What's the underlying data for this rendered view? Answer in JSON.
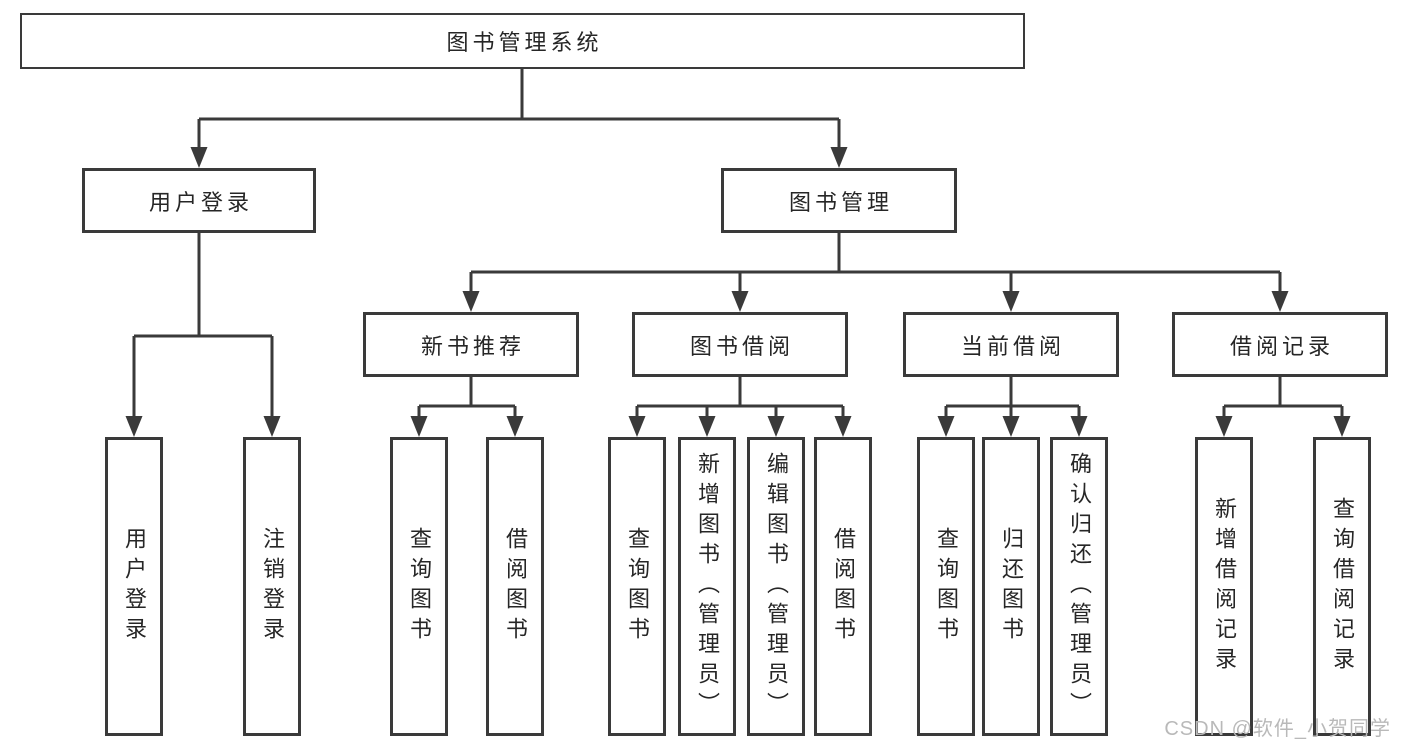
{
  "tree": {
    "root": {
      "label": "图书管理系统"
    },
    "branches": [
      {
        "label": "用户登录",
        "leaves": [
          {
            "label": "用户登录"
          },
          {
            "label": "注销登录"
          }
        ]
      },
      {
        "label": "图书管理",
        "groups": [
          {
            "label": "新书推荐",
            "leaves": [
              {
                "label": "查询图书"
              },
              {
                "label": "借阅图书"
              }
            ]
          },
          {
            "label": "图书借阅",
            "leaves": [
              {
                "label": "查询图书"
              },
              {
                "label": "新增图书（管理员）"
              },
              {
                "label": "编辑图书（管理员）"
              },
              {
                "label": "借阅图书"
              }
            ]
          },
          {
            "label": "当前借阅",
            "leaves": [
              {
                "label": "查询图书"
              },
              {
                "label": "归还图书"
              },
              {
                "label": "确认归还（管理员）"
              }
            ]
          },
          {
            "label": "借阅记录",
            "leaves": [
              {
                "label": "新增借阅记录"
              },
              {
                "label": "查询借阅记录"
              }
            ]
          }
        ]
      }
    ]
  },
  "watermark": {
    "text": "CSDN @软件_小贺同学"
  },
  "colors": {
    "line": "#3a3a3a",
    "box_border": "#3a3a3a",
    "text": "#262626",
    "background": "#ffffff",
    "watermark": "#b9b9b9"
  }
}
